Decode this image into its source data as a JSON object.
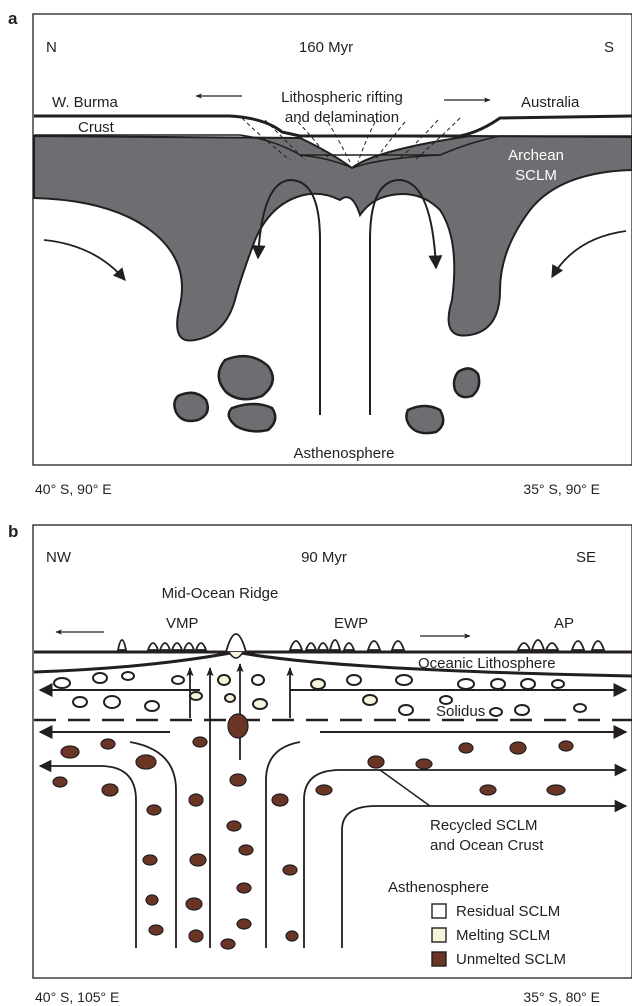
{
  "panel_a": {
    "letter": "a",
    "compass_left": "N",
    "compass_right": "S",
    "time": "160 Myr",
    "left_plate": "W. Burma",
    "right_plate": "Australia",
    "crust": "Crust",
    "process_line1": "Lithospheric rifting",
    "process_line2": "and delamination",
    "sclm_line1": "Archean",
    "sclm_line2": "SCLM",
    "mantle": "Asthenosphere",
    "coord_left": "40° S, 90° E",
    "coord_right": "35° S, 90° E"
  },
  "panel_b": {
    "letter": "b",
    "compass_left": "NW",
    "compass_right": "SE",
    "time": "90 Myr",
    "ridge": "Mid-Ocean Ridge",
    "vmp": "VMP",
    "ewp": "EWP",
    "ap": "AP",
    "oceanic": "Oceanic Lithosphere",
    "solidus": "Solidus",
    "recycled_line1": "Recycled SCLM",
    "recycled_line2": "and Ocean Crust",
    "mantle": "Asthenosphere",
    "coord_left": "40° S, 105° E",
    "coord_right": "35° S, 80° E"
  },
  "legend": [
    {
      "label": "Residual SCLM",
      "color": "#ffffff"
    },
    {
      "label": "Melting SCLM",
      "color": "#f6f5dc"
    },
    {
      "label": "Unmelted SCLM",
      "color": "#6b3526"
    }
  ],
  "colors": {
    "sclm_grey": "#6d6e71",
    "line": "#231f20",
    "melting": "#f6f5dc",
    "unmelted": "#6b3526"
  }
}
